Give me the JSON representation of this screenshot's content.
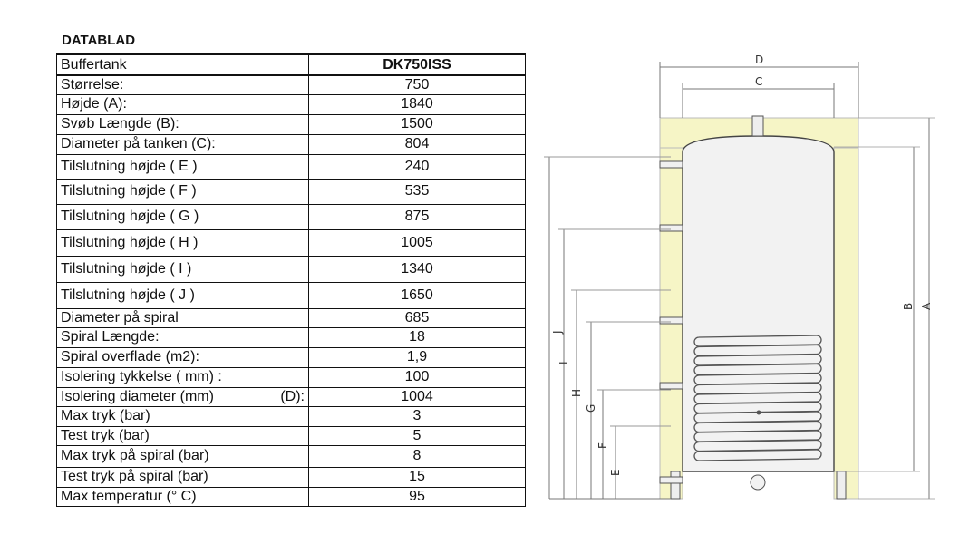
{
  "title": "DATABLAD",
  "table": {
    "header": {
      "label": "Buffertank",
      "value": "DK750ISS"
    },
    "rows": [
      {
        "label": "Størrelse:",
        "value": "750"
      },
      {
        "label": "Højde (A):",
        "value": "1840"
      },
      {
        "label": "Svøb Længde (B):",
        "value": "1500"
      },
      {
        "label": "Diameter på tanken (C):",
        "value": "804"
      },
      {
        "label": "Tilslutning højde ( E )",
        "value": "240"
      },
      {
        "label": "Tilslutning højde ( F )",
        "value": "535"
      },
      {
        "label": "Tilslutning højde ( G )",
        "value": "875"
      },
      {
        "label": "Tilslutning højde ( H )",
        "value": "1005"
      },
      {
        "label": "Tilslutning højde ( I )",
        "value": "1340"
      },
      {
        "label": "Tilslutning højde ( J )",
        "value": "1650"
      },
      {
        "label": "Diameter på spiral",
        "value": "685"
      },
      {
        "label": "Spiral Længde:",
        "value": "18"
      },
      {
        "label": "Spiral overflade (m2):",
        "value": "1,9"
      },
      {
        "label": "Isolering tykkelse ( mm) :",
        "value": "100"
      },
      {
        "label": "Isolering diameter (mm)",
        "extra": "(D):",
        "value": "1004"
      },
      {
        "label": "Max tryk (bar)",
        "value": "3"
      },
      {
        "label": "Test tryk (bar)",
        "value": "5"
      },
      {
        "label": "Max tryk på spiral (bar)",
        "value": "8"
      },
      {
        "label": "Test tryk på spiral (bar)",
        "value": "15"
      },
      {
        "label": "Max temperatur (° C)",
        "value": "95"
      }
    ]
  },
  "drawing": {
    "dimension_letters": {
      "D": "D",
      "C": "C",
      "A": "A",
      "B": "B",
      "J": "J",
      "I": "I",
      "H": "H",
      "G": "G",
      "F": "F",
      "E": "E"
    },
    "colors": {
      "insulation": "#f6f5c6",
      "tank": "#f2f2f2",
      "line": "#555555"
    }
  }
}
